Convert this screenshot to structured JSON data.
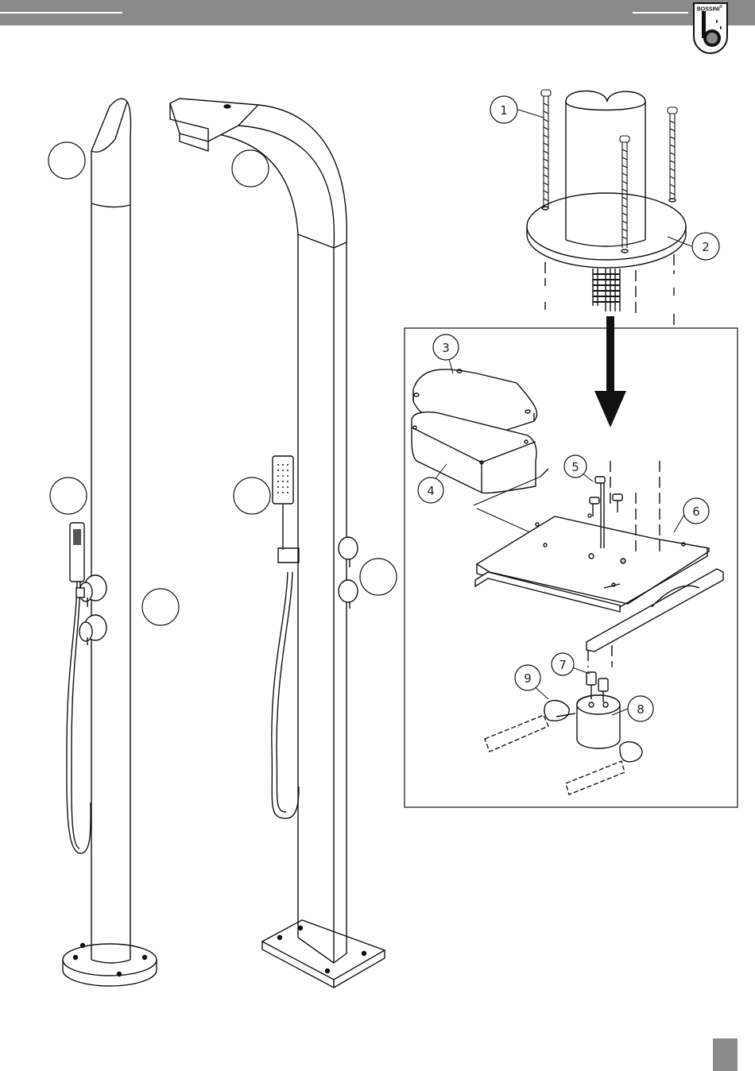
{
  "header": {
    "brand_name": "BOSSINI",
    "registered_mark": "®",
    "bar_color": "#8a8a8a"
  },
  "detail_callouts": [
    "1",
    "2",
    "3",
    "4",
    "5",
    "6",
    "7",
    "8",
    "9"
  ],
  "empty_markers_count": 7,
  "icons": [
    "brand-logo-icon",
    "down-arrow-icon"
  ]
}
